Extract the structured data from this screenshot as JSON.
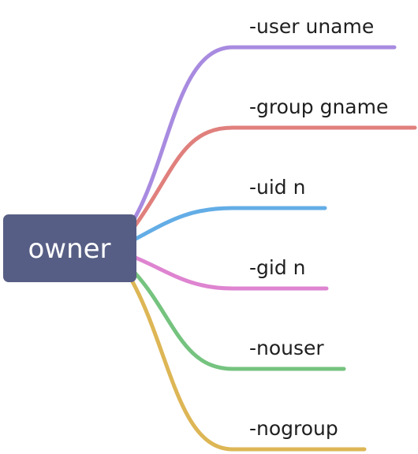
{
  "root": {
    "label": "owner",
    "color": "#575e85"
  },
  "branches": [
    {
      "label": "-user uname",
      "color": "#a88be0"
    },
    {
      "label": "-group gname",
      "color": "#e0807d"
    },
    {
      "label": "-uid n",
      "color": "#63ade6"
    },
    {
      "label": "-gid n",
      "color": "#de84d0"
    },
    {
      "label": "-nouser",
      "color": "#75c37f"
    },
    {
      "label": "-nogroup",
      "color": "#ddb655"
    }
  ]
}
